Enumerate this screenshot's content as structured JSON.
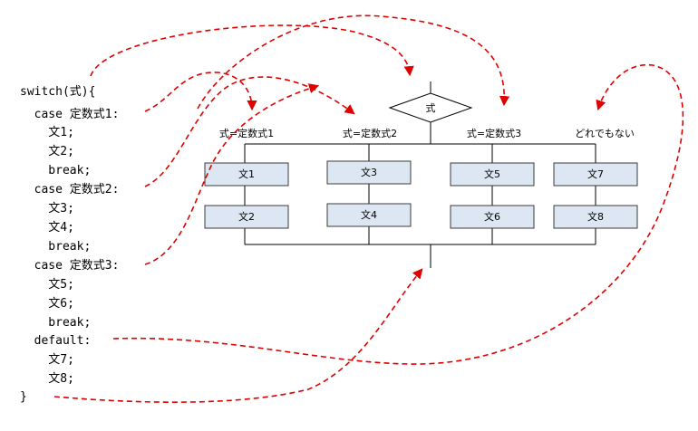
{
  "code": [
    {
      "text": "switch(式){"
    },
    {
      "text": "  case 定数式1:"
    },
    {
      "text": "    文1;"
    },
    {
      "text": "    文2;"
    },
    {
      "text": "    break;"
    },
    {
      "text": "  case 定数式2:"
    },
    {
      "text": "    文3;"
    },
    {
      "text": "    文4;"
    },
    {
      "text": "    break;"
    },
    {
      "text": "  case 定数式3:"
    },
    {
      "text": "    文5;"
    },
    {
      "text": "    文6;"
    },
    {
      "text": "    break;"
    },
    {
      "text": "  default:"
    },
    {
      "text": "    文7;"
    },
    {
      "text": "    文8;"
    },
    {
      "text": "}"
    }
  ],
  "flow": {
    "decision_label": "式",
    "branches": [
      {
        "label": "式=定数式1",
        "box1": "文1",
        "box2": "文2"
      },
      {
        "label": "式=定数式2",
        "box1": "文3",
        "box2": "文4"
      },
      {
        "label": "式=定数式3",
        "box1": "文5",
        "box2": "文6"
      },
      {
        "label": "どれでもない",
        "box1": "文7",
        "box2": "文8"
      }
    ]
  },
  "colors": {
    "arrow": "#e00000",
    "box_fill": "#dde7f3",
    "line": "#000000"
  }
}
